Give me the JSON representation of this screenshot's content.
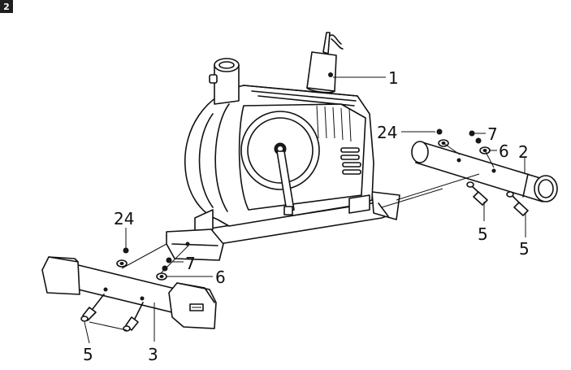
{
  "step_number": "2",
  "callouts": {
    "c1": "1",
    "c2": "2",
    "c3": "3",
    "c5a": "5",
    "c5b": "5",
    "c5c": "5",
    "c6a": "6",
    "c6b": "6",
    "c7a": "7",
    "c7b": "7",
    "c24a": "24",
    "c24b": "24"
  }
}
